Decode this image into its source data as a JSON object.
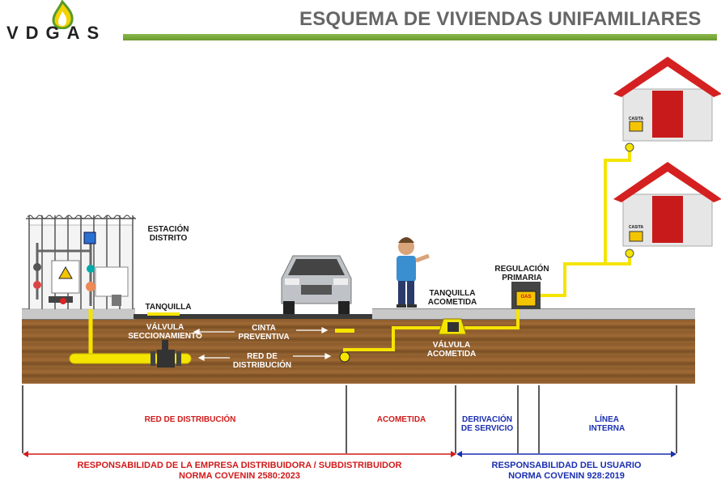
{
  "header": {
    "logo_text": "VDGAS",
    "title": "ESQUEMA DE VIVIENDAS UNIFAMILIARES"
  },
  "labels": {
    "estacion": "ESTACIÓN\nDISTRITO",
    "tanquilla": "TANQUILLA",
    "valvula_secc": "VÁLVULA\nSECCIONAMIENTO",
    "cinta": "CINTA\nPREVENTIVA",
    "red": "RED DE\nDISTRIBUCIÓN",
    "tanquilla_acometida": "TANQUILLA\nACOMETIDA",
    "valvula_acometida": "VÁLVULA\nACOMETIDA",
    "regulacion": "REGULACIÓN\nPRIMARIA",
    "casita": "CASITA",
    "gas": "GAS"
  },
  "sections": {
    "red_distribucion": "RED DE DISTRIBUCIÓN",
    "acometida": "ACOMETIDA",
    "derivacion": "DERIVACIÓN\nDE SERVICIO",
    "linea_interna": "LÍNEA\nINTERNA"
  },
  "responsibility": {
    "empresa": "RESPONSABILIDAD DE LA EMPRESA DISTRIBUIDORA / SUBDISTRIBUIDOR",
    "empresa_norma": "NORMA COVENIN 2580:2023",
    "usuario": "RESPONSABILIDAD DEL USUARIO",
    "usuario_norma": "NORMA COVENIN 928:2019"
  },
  "colors": {
    "pipe": "#f5e400",
    "red_text": "#d11a1a",
    "blue_text": "#1a2fb0",
    "roof": "#d42020",
    "title_bar": "#7aaa3a"
  }
}
